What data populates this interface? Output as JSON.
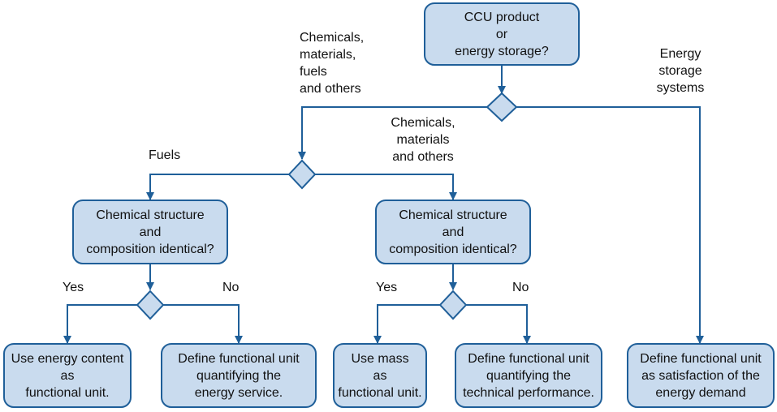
{
  "colors": {
    "box_fill": "#c9dbee",
    "box_border": "#1f5f99",
    "line": "#1f5f99",
    "text": "#111111"
  },
  "nodes": {
    "root": [
      "CCU product",
      "or",
      "energy storage?"
    ],
    "chem_left": [
      "Chemical structure",
      "and",
      "composition identical?"
    ],
    "chem_right": [
      "Chemical structure",
      "and",
      "composition identical?"
    ],
    "use_energy": [
      "Use energy content",
      "as",
      "functional unit."
    ],
    "define_energy_service": [
      "Define functional unit",
      "quantifying the",
      "energy service."
    ],
    "use_mass": [
      "Use mass",
      "as",
      "functional unit."
    ],
    "define_technical": [
      "Define functional unit",
      "quantifying the",
      "technical performance."
    ],
    "define_satisfaction": [
      "Define functional unit",
      "as satisfaction of the",
      "energy demand"
    ]
  },
  "edge_labels": {
    "chemicals_fuels_others": [
      "Chemicals,",
      "materials,",
      "fuels",
      "and others"
    ],
    "energy_storage_systems": [
      "Energy",
      "storage",
      "systems"
    ],
    "chemicals_materials_others": [
      "Chemicals,",
      "materials",
      "and others"
    ],
    "fuels": "Fuels",
    "yes_left": "Yes",
    "no_left": "No",
    "yes_right": "Yes",
    "no_right": "No"
  }
}
